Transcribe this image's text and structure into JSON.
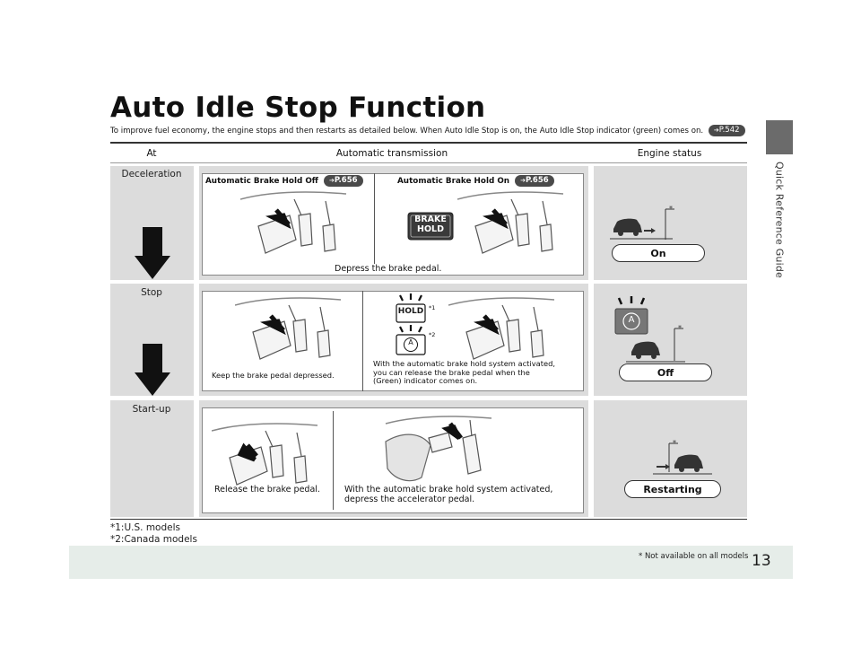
{
  "title": "Auto Idle Stop Function",
  "intro": {
    "text": "To improve fuel economy, the engine stops and then restarts as detailed below. When Auto Idle Stop is on, the Auto Idle Stop indicator (green) comes on.",
    "ref": "P.542"
  },
  "side_label": "Quick Reference Guide",
  "page_number": "13",
  "availability_note": "* Not available on all models",
  "table": {
    "headers": {
      "at": "At",
      "transmission": "Automatic transmission",
      "engine": "Engine status"
    },
    "rows": {
      "deceleration": {
        "label": "Deceleration",
        "left_header": "Automatic Brake Hold Off",
        "left_ref": "P.656",
        "right_header": "Automatic Brake Hold On",
        "right_ref": "P.656",
        "brake_badge_line1": "BRAKE",
        "brake_badge_line2": "HOLD",
        "caption": "Depress the brake pedal.",
        "engine_status": "On"
      },
      "stop": {
        "label": "Stop",
        "left_caption": "Keep the brake pedal depressed.",
        "hold_badge": "HOLD",
        "mark1": "*1",
        "mark2": "*2",
        "auto_symbol": "A",
        "right_caption_line1": "With the automatic brake hold system activated,",
        "right_caption_line2": "you can release the brake pedal when the",
        "right_caption_line3": "(Green) indicator comes on.",
        "engine_status": "Off"
      },
      "startup": {
        "label": "Start-up",
        "left_caption": "Release the brake pedal.",
        "right_caption_line1": "With the automatic brake hold system activated,",
        "right_caption_line2": "depress the accelerator pedal.",
        "engine_status": "Restarting"
      }
    }
  },
  "footnotes": [
    "*1:U.S. models",
    "*2:Canada models"
  ],
  "colors": {
    "row_bg": "#dcdcdc",
    "footer": "#e6ede9",
    "tab": "#6b6b6b",
    "pill": "#4a4a4a"
  }
}
